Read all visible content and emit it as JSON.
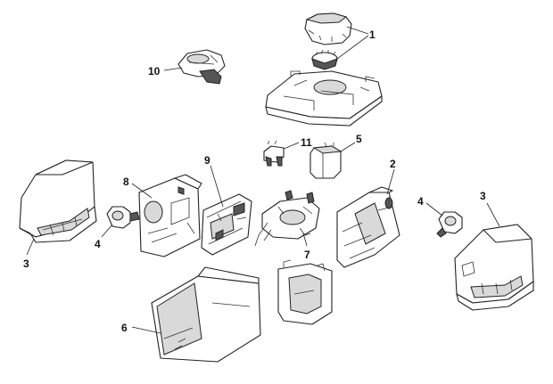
{
  "callouts": {
    "c1": "1",
    "c2": "2",
    "c3a": "3",
    "c3b": "3",
    "c4a": "4",
    "c4b": "4",
    "c5": "5",
    "c6": "6",
    "c7": "7",
    "c8": "8",
    "c9": "9",
    "c10": "10",
    "c11": "11"
  },
  "colors": {
    "line": "#222222",
    "fill": "#ffffff",
    "shade": "#d9d9d9"
  }
}
